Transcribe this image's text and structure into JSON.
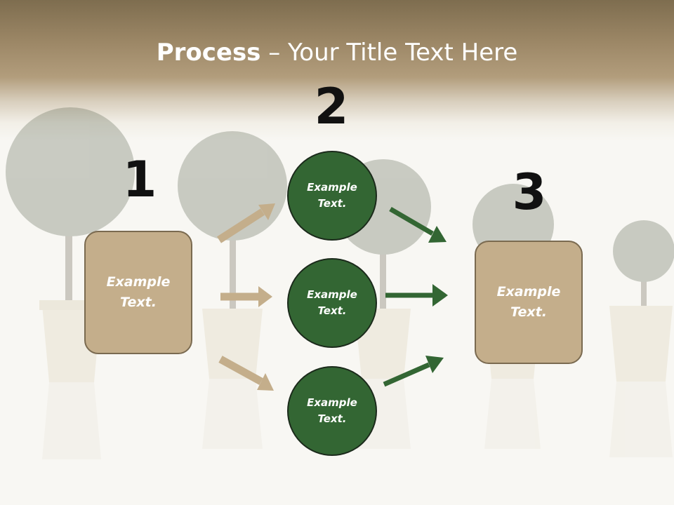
{
  "title": {
    "bold": "Process",
    "rest": " – Your Title Text Here"
  },
  "steps": {
    "one": {
      "number": "1",
      "label": "Example Text."
    },
    "two": {
      "number": "2",
      "circles": [
        "Example Text.",
        "Example Text.",
        "Example Text."
      ]
    },
    "three": {
      "number": "3",
      "label": "Example Text."
    }
  },
  "colors": {
    "header": "#9c8766",
    "box_fill": "#c4ae8b",
    "circle_fill": "#336633",
    "tan_arrow": "#c4ae8b",
    "green_arrow": "#336633"
  }
}
